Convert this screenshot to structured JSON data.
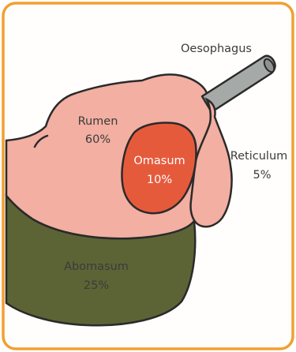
{
  "diagram": {
    "colors": {
      "border": "#F0A030",
      "background": "#FFFEFC",
      "outline": "#2A2A2A",
      "rumen": "#F2AFA2",
      "reticulum": "#F2AFA2",
      "omasum": "#E65A3C",
      "abomasum": "#5C6436",
      "oesophagus": "#A5A9A8",
      "text_dark": "#3B3B3B",
      "text_light": "#FFFFFF"
    },
    "labels": {
      "oesophagus": "Oesophagus",
      "rumen_name": "Rumen",
      "rumen_pct": "60%",
      "omasum_name": "Omasum",
      "omasum_pct": "10%",
      "reticulum_name": "Reticulum",
      "reticulum_pct": "5%",
      "abomasum_name": "Abomasum",
      "abomasum_pct": "25%"
    }
  }
}
